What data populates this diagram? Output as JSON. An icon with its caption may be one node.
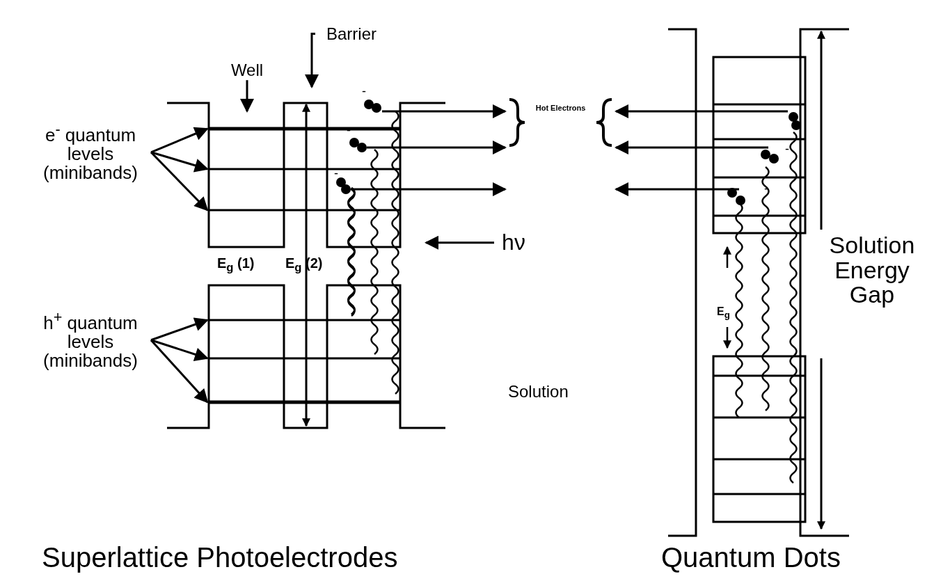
{
  "diagram": {
    "nodes": [
      {
        "text": [
          "Well"
        ]
      },
      {
        "text": [
          "Barrier"
        ]
      },
      {
        "text": [
          "e$^{-}$ quantum levels (minibands)"
        ]
      },
      {
        "text": [
          "h$^{+}$ quantum levels (minibands)"
        ]
      },
      {
        "text": [
          "hν"
        ]
      },
      {
        "text": [
          "Hot Electrons"
        ]
      }
    ],
    "edges": [
      {
        "from": 0,
        "to": null,
        "arrow": "to"
      },
      {
        "from": 1,
        "to": null,
        "arrow": "to"
      },
      {
        "from": 2,
        "to": null,
        "arrow": "to"
      },
      {
        "from": 2,
        "to": null,
        "arrow": "to"
      },
      {
        "from": 2,
        "to": null,
        "arrow": "to"
      },
      {
        "from": 3,
        "to": null,
        "arrow": "to"
      },
      {
        "from": 3,
        "to": null,
        "arrow": "to"
      },
      {
        "from": 3,
        "to": null,
        "arrow": "to"
      },
      {
        "from": 4,
        "to": null,
        "arrow": "to"
      },
      {
        "from": null,
        "to": 5,
        "arrow": "to"
      },
      {
        "from": null,
        "to": 5,
        "arrow": "to"
      },
      {
        "from": null,
        "to": 5,
        "arrow": "to"
      },
      {
        "from": null,
        "to": 5,
        "arrow": "to"
      },
      {
        "from": null,
        "to": 5,
        "arrow": "to"
      },
      {
        "from": null,
        "to": 5,
        "arrow": "to"
      }
    ],
    "labels": [
      "-",
      "-",
      "-",
      "-",
      "-",
      "E$_{g}$ (1)",
      "E$_{g}$ (2)",
      "Solution Energy Gap",
      "E$_{g}$",
      "Solution",
      "Superlattice Photoelectrodes",
      "Quantum Dots"
    ]
  }
}
